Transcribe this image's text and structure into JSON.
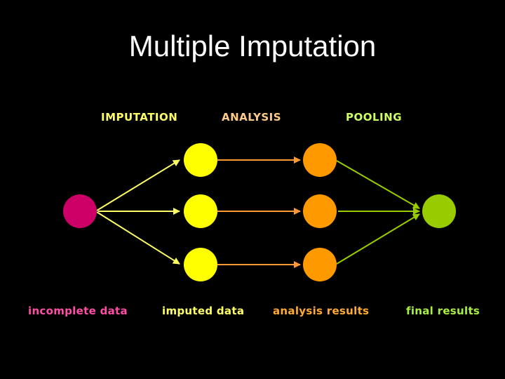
{
  "title": "Multiple Imputation",
  "stages": {
    "imputation": "IMPUTATION",
    "analysis": "ANALYSIS",
    "pooling": "POOLING"
  },
  "captions": {
    "incomplete": "incomplete data",
    "imputed": "imputed data",
    "analysis": "analysis results",
    "final": "final results"
  },
  "colors": {
    "incomplete": "#cc0066",
    "imputed": "#ffff00",
    "analysis": "#ff9900",
    "final": "#99cc00",
    "stage_imputation": "#ffff66",
    "stage_analysis": "#ffcc88",
    "stage_pooling": "#ccff66",
    "caption_incomplete": "#ff4da6",
    "caption_imputed": "#ffff66",
    "caption_analysis": "#ffaa33",
    "caption_final": "#aaee44"
  }
}
